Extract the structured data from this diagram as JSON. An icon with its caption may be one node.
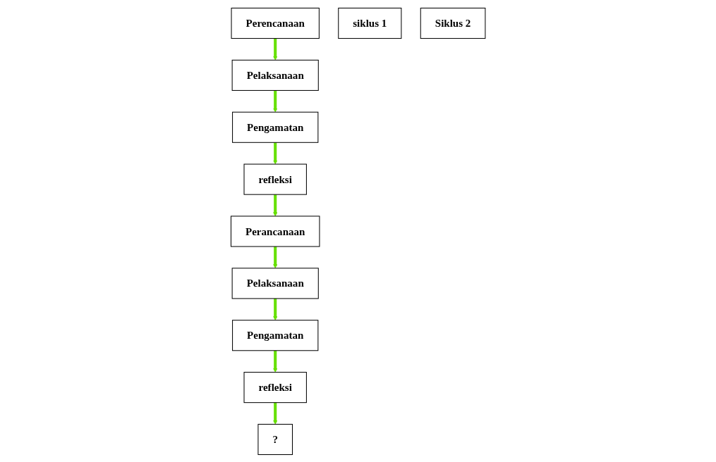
{
  "diagram": {
    "nodes": [
      {
        "text": [
          "Perencanaan"
        ]
      },
      {
        "text": [
          "refleksi"
        ]
      },
      {
        "text": [
          "siklus 1"
        ]
      },
      {
        "text": [
          "Pelaksanaan"
        ]
      },
      {
        "text": [
          "Pengamatan"
        ]
      },
      {
        "text": [
          "Perancanaan"
        ]
      },
      {
        "text": [
          "refleksi"
        ]
      },
      {
        "text": [
          "Siklus 2"
        ]
      },
      {
        "text": [
          "Pelaksanaan"
        ]
      },
      {
        "text": [
          "Pengamatan"
        ]
      },
      {
        "text": [
          "?"
        ]
      }
    ],
    "edges": [
      {
        "from": 0,
        "to": 3,
        "arrow": "to"
      },
      {
        "from": 3,
        "to": 4,
        "arrow": "to"
      },
      {
        "from": 4,
        "to": 1,
        "arrow": "to"
      },
      {
        "from": 1,
        "to": 5,
        "arrow": "to"
      },
      {
        "from": 5,
        "to": 8,
        "arrow": "to"
      },
      {
        "from": 8,
        "to": 9,
        "arrow": "to"
      },
      {
        "from": 9,
        "to": 6,
        "arrow": "to"
      },
      {
        "from": 6,
        "to": 10,
        "arrow": "to"
      }
    ]
  }
}
